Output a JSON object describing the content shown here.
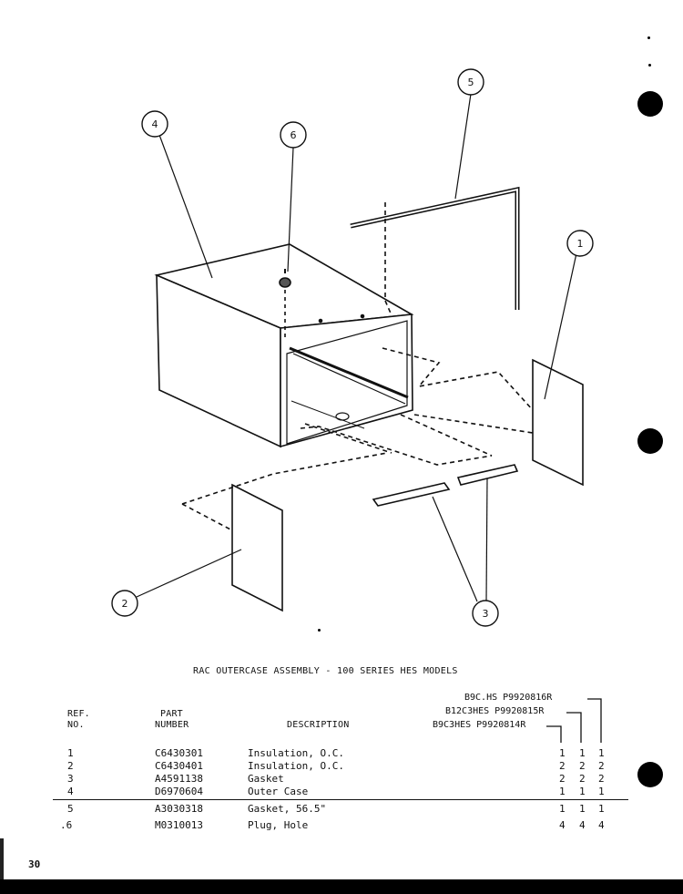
{
  "callouts": [
    "1",
    "2",
    "3",
    "4",
    "5",
    "6"
  ],
  "caption": "RAC OUTERCASE ASSEMBLY - 100 SERIES HES MODELS",
  "models": [
    {
      "label": "B9C.HS P9920816R"
    },
    {
      "label": "B12C3HES P9920815R"
    },
    {
      "label": "B9C3HES P9920814R"
    }
  ],
  "headers": {
    "ref_line1": "REF.",
    "ref_line2": "NO.",
    "part_line1": "PART",
    "part_line2": "NUMBER",
    "description": "DESCRIPTION"
  },
  "parts": [
    {
      "ref": "1",
      "part_number": "C6430301",
      "description": "Insulation, O.C.",
      "qty": [
        "1",
        "1",
        "1"
      ]
    },
    {
      "ref": "2",
      "part_number": "C6430401",
      "description": "Insulation, O.C.",
      "qty": [
        "2",
        "2",
        "2"
      ]
    },
    {
      "ref": "3",
      "part_number": "A4591138",
      "description": "Gasket",
      "qty": [
        "2",
        "2",
        "2"
      ]
    },
    {
      "ref": "4",
      "part_number": "D6970604",
      "description": "Outer Case",
      "qty": [
        "1",
        "1",
        "1"
      ]
    },
    {
      "ref": "5",
      "part_number": "A3030318",
      "description": "Gasket, 56.5\"",
      "qty": [
        "1",
        "1",
        "1"
      ]
    },
    {
      "ref": ".6",
      "part_number": "M0310013",
      "description": "Plug, Hole",
      "qty": [
        "4",
        "4",
        "4"
      ]
    }
  ],
  "page_number": "30"
}
